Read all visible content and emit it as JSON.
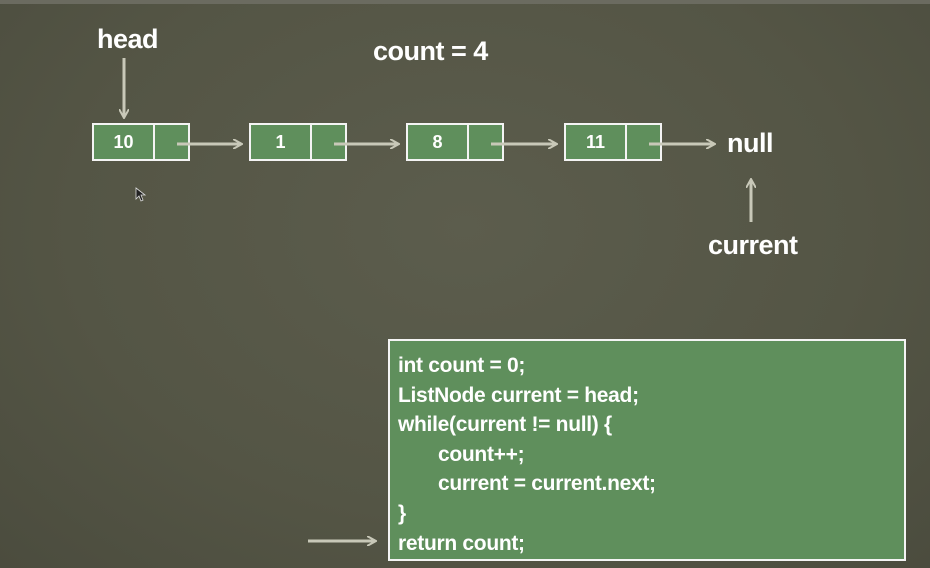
{
  "labels": {
    "head": "head",
    "count": "count = 4",
    "null": "null",
    "current": "current"
  },
  "nodes": [
    {
      "value": "10"
    },
    {
      "value": "1"
    },
    {
      "value": "8"
    },
    {
      "value": "11"
    }
  ],
  "code": {
    "lines": [
      "int count = 0;",
      "ListNode current = head;",
      "while(current != null) {",
      "count++;",
      "current = current.next;",
      "}",
      "return count;"
    ]
  },
  "colors": {
    "background": "#545545",
    "node_fill": "#5f8f5c",
    "border": "#f4f4f4",
    "arrow": "#c8c8b8"
  }
}
